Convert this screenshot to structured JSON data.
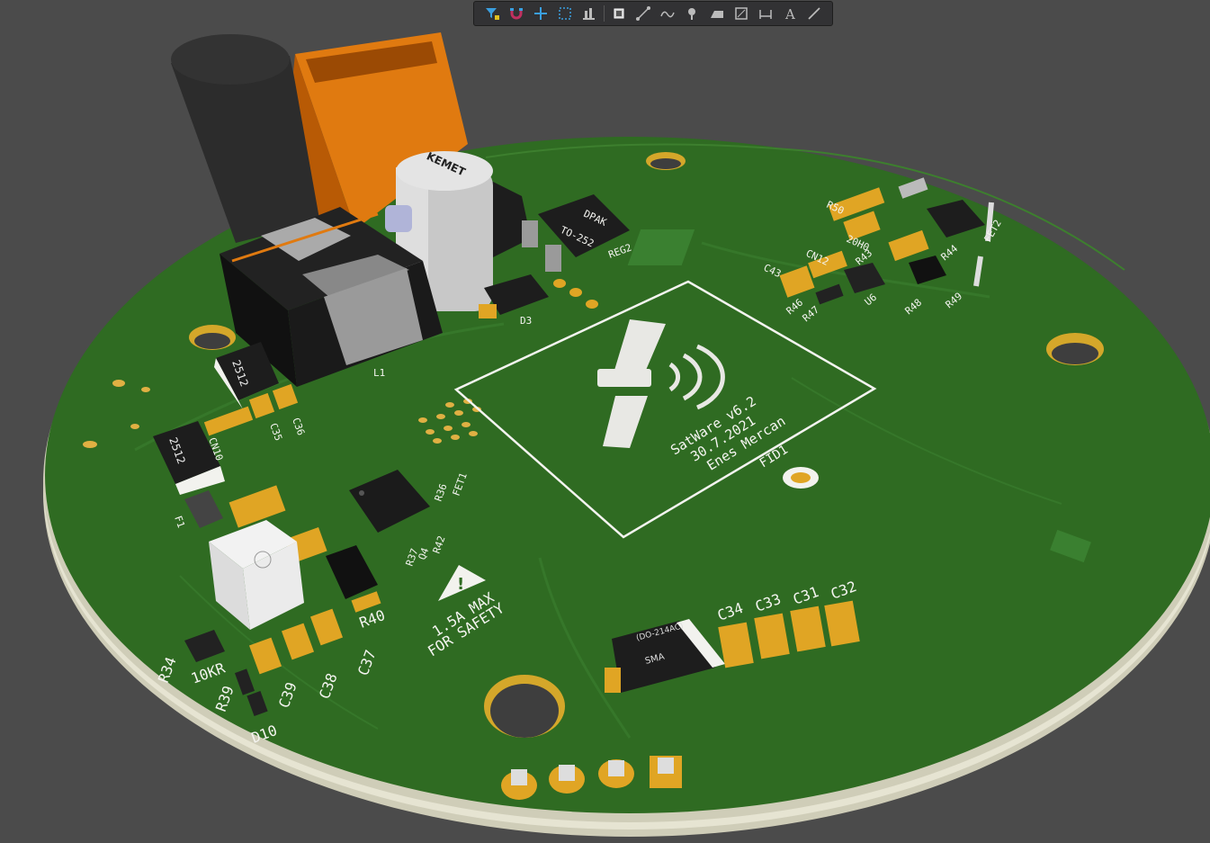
{
  "toolbar": {
    "buttons": [
      {
        "name": "filter-icon"
      },
      {
        "name": "magnet-snap-icon"
      },
      {
        "name": "crosshair-icon"
      },
      {
        "name": "select-rect-icon"
      },
      {
        "name": "align-icon"
      },
      {
        "name": "component-icon"
      },
      {
        "name": "route-icon"
      },
      {
        "name": "diff-pair-icon"
      },
      {
        "name": "via-icon"
      },
      {
        "name": "polygon-fill-icon"
      },
      {
        "name": "region-icon"
      },
      {
        "name": "dimension-icon"
      },
      {
        "name": "text-icon"
      },
      {
        "name": "line-icon"
      }
    ]
  },
  "board": {
    "title_line1": "SatWare v6.2",
    "title_line2": "30.7.2021",
    "title_line3": "Enes Mercan",
    "fiducial": "FID1",
    "warning_line1": "1.5A MAX",
    "warning_line2": "FOR SAFETY",
    "resistor_value": "10KR",
    "shunt_marking_1": "2512",
    "shunt_marking_2": "2512",
    "cap_brand": "KEMET",
    "diode_package": "SMA",
    "diode_code": "(DO-214AC)",
    "reg_package": "DPAK",
    "reg_package2": "TO-252",
    "labels": {
      "l1": "L1",
      "d3": "D3",
      "reg2": "REG2",
      "f1": "F1",
      "c35": "C35",
      "c36": "C36",
      "cn10": "CN10",
      "r34": "R34",
      "r39": "R39",
      "d10": "D10",
      "c39": "C39",
      "c38": "C38",
      "c37": "C37",
      "r40": "R40",
      "r37": "R37",
      "r42": "R42",
      "q4": "Q4",
      "r36": "R36",
      "fet1": "FET1",
      "c34": "C34",
      "c33": "C33",
      "c31": "C31",
      "c32": "C32",
      "r46": "R46",
      "r47": "R47",
      "u6": "U6",
      "r48": "R48",
      "r49": "R49",
      "r43": "R43",
      "r44": "R44",
      "fet2": "FET2",
      "c43": "C43",
      "cn12": "CN12",
      "r50": "R50",
      "pin_h": "20H0"
    }
  },
  "colors": {
    "background": "#4a4a4a",
    "board_green": "#2f6b22",
    "board_green_dark": "#245a1a",
    "board_edge": "#d9d7c4",
    "silkscreen": "#f4f4f0",
    "pad_gold": "#e0a524",
    "inductor_orange": "#e07a10"
  }
}
